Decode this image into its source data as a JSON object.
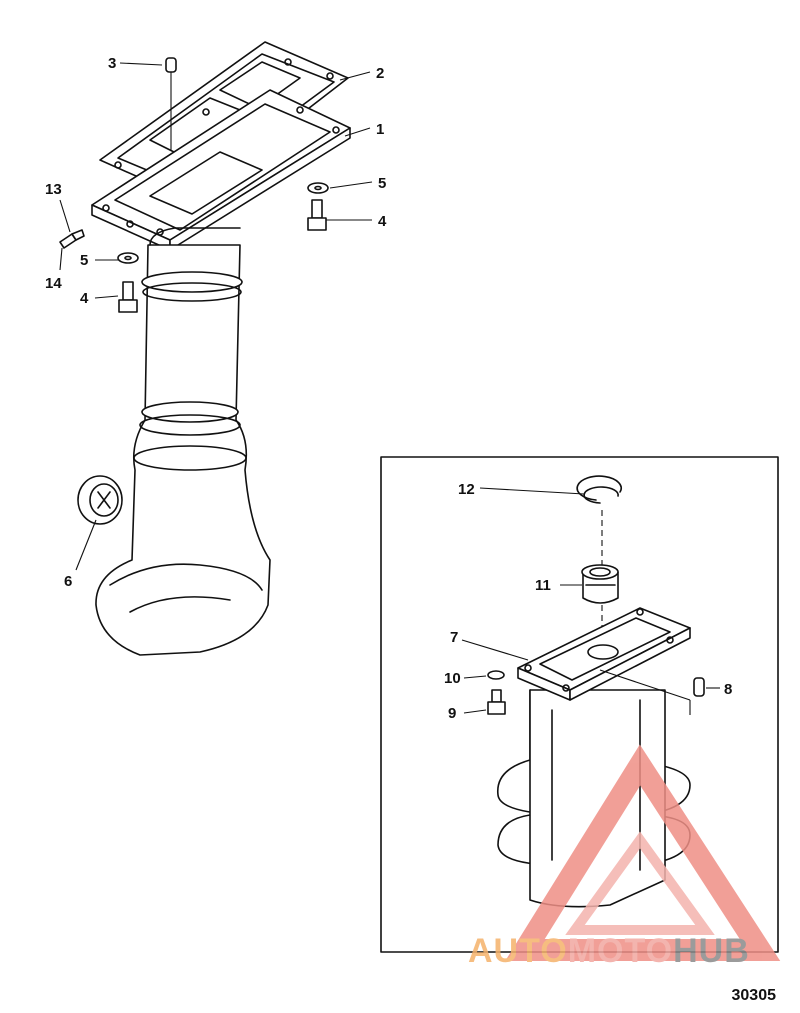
{
  "figure_number": "30305",
  "callouts": {
    "c1": "1",
    "c2": "2",
    "c3": "3",
    "c4a": "4",
    "c4b": "4",
    "c5a": "5",
    "c5b": "5",
    "c6": "6",
    "c7": "7",
    "c8": "8",
    "c9": "9",
    "c10": "10",
    "c11": "11",
    "c12": "12",
    "c13": "13",
    "c14": "14"
  },
  "watermark": {
    "part1": "AUTO",
    "part2": "MOTO",
    "part3": "HUB",
    "color_main": "#f2a7a0",
    "color_dark": "#8a8a8a"
  }
}
